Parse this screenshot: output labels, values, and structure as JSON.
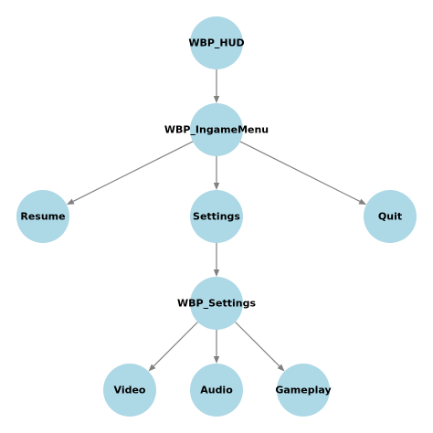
{
  "graph": {
    "nodes": [
      {
        "id": "hud",
        "label": "WBP_HUD"
      },
      {
        "id": "ingame",
        "label": "WBP_IngameMenu"
      },
      {
        "id": "resume",
        "label": "Resume"
      },
      {
        "id": "settings",
        "label": "Settings"
      },
      {
        "id": "quit",
        "label": "Quit"
      },
      {
        "id": "wbp_settings",
        "label": "WBP_Settings"
      },
      {
        "id": "video",
        "label": "Video"
      },
      {
        "id": "audio",
        "label": "Audio"
      },
      {
        "id": "gameplay",
        "label": "Gameplay"
      }
    ],
    "edges": [
      {
        "from": "hud",
        "to": "ingame"
      },
      {
        "from": "ingame",
        "to": "resume"
      },
      {
        "from": "ingame",
        "to": "settings"
      },
      {
        "from": "ingame",
        "to": "quit"
      },
      {
        "from": "settings",
        "to": "wbp_settings"
      },
      {
        "from": "wbp_settings",
        "to": "video"
      },
      {
        "from": "wbp_settings",
        "to": "audio"
      },
      {
        "from": "wbp_settings",
        "to": "gameplay"
      }
    ],
    "colors": {
      "node_fill": "#add8e6",
      "edge": "#808080",
      "label": "#000000"
    }
  }
}
